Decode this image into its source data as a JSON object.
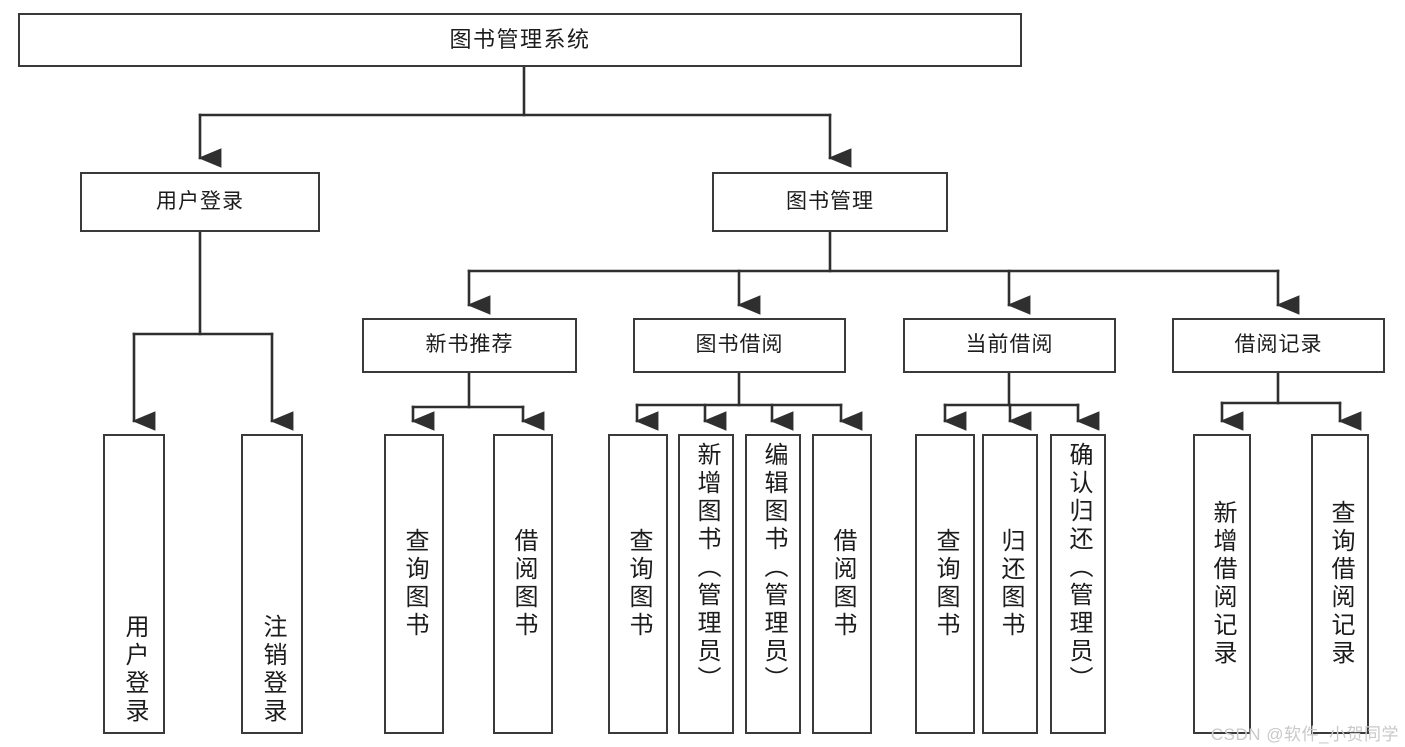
{
  "diagram": {
    "type": "tree",
    "title": "图书管理系统",
    "watermark": "CSDN @软件_小贺同学",
    "colors": {
      "box_border": "#3a3a3a",
      "box_fill": "#ffffff",
      "connector": "#2f2f2f",
      "text": "#1c1c1c",
      "watermark": "#c9c9c9"
    },
    "nodes": {
      "root": {
        "label": "图书管理系统"
      },
      "level1": [
        {
          "id": "user-login",
          "label": "用户登录"
        },
        {
          "id": "book-management",
          "label": "图书管理"
        }
      ],
      "level2": [
        {
          "id": "new-book-recommend",
          "label": "新书推荐"
        },
        {
          "id": "book-borrow",
          "label": "图书借阅"
        },
        {
          "id": "current-borrow",
          "label": "当前借阅"
        },
        {
          "id": "borrow-record",
          "label": "借阅记录"
        }
      ],
      "leaves": {
        "user_login": [
          {
            "id": "leaf-user-login",
            "label": "用户登录"
          },
          {
            "id": "leaf-logout-login",
            "label": "注销登录"
          }
        ],
        "new_book_recommend": [
          {
            "id": "leaf-query-book-1",
            "label": "查询图书"
          },
          {
            "id": "leaf-borrow-book-1",
            "label": "借阅图书"
          }
        ],
        "book_borrow": [
          {
            "id": "leaf-query-book-2",
            "label": "查询图书"
          },
          {
            "id": "leaf-add-book",
            "label": "新增图书（管理员）"
          },
          {
            "id": "leaf-edit-book",
            "label": "编辑图书（管理员）"
          },
          {
            "id": "leaf-borrow-book-2",
            "label": "借阅图书"
          }
        ],
        "current_borrow": [
          {
            "id": "leaf-query-book-3",
            "label": "查询图书"
          },
          {
            "id": "leaf-return-book",
            "label": "归还图书"
          },
          {
            "id": "leaf-confirm-return",
            "label": "确认归还（管理员）"
          }
        ],
        "borrow_record": [
          {
            "id": "leaf-add-record",
            "label": "新增借阅记录"
          },
          {
            "id": "leaf-query-record",
            "label": "查询借阅记录"
          }
        ]
      }
    }
  }
}
